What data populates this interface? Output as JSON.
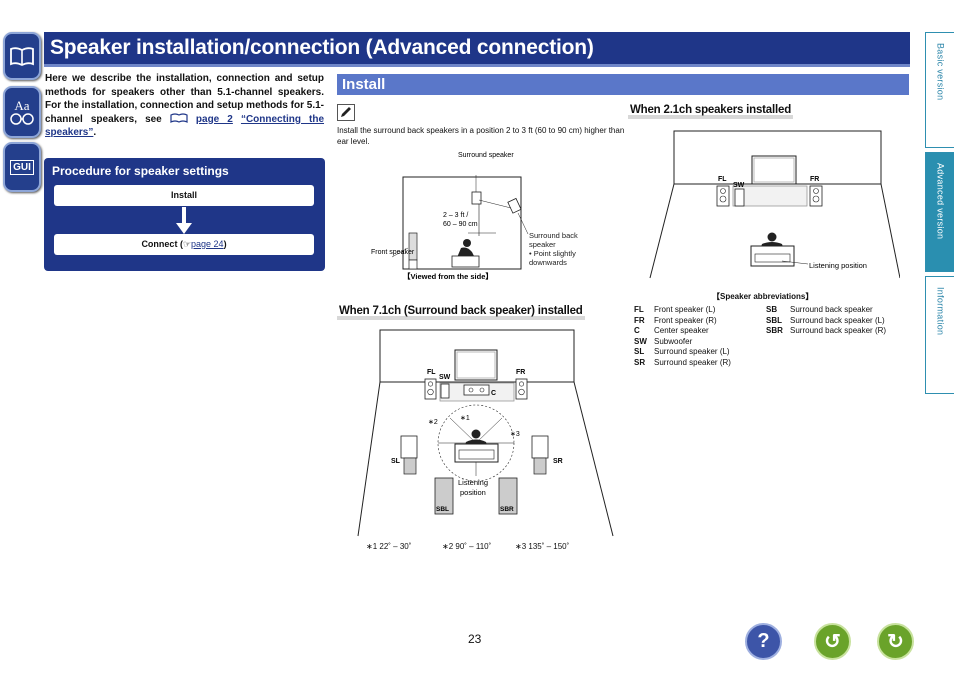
{
  "title": "Speaker installation/connection (Advanced connection)",
  "left_icons": [
    {
      "name": "book-icon"
    },
    {
      "name": "font-size-icon",
      "text": "Aa"
    },
    {
      "name": "gui-icon",
      "text": "GUI"
    }
  ],
  "right_tabs": [
    {
      "label": "Basic version",
      "active": false
    },
    {
      "label": "Advanced version",
      "active": true
    },
    {
      "label": "Information",
      "active": false
    }
  ],
  "intro": {
    "text": "Here we describe the installation, connection and setup methods for speakers other than 5.1-channel speakers. For the installation, connection and setup methods for 5.1-channel speakers, see",
    "link_page": "page 2",
    "link_title": "“Connecting the speakers”",
    "end": "."
  },
  "procedure": {
    "title": "Procedure for speaker settings",
    "step1": "Install",
    "step2": "Connect",
    "step2_ref": "page 24"
  },
  "install": {
    "heading": "Install",
    "note_text": "Install the surround back speakers in a position 2 to 3 ft (60 to 90 cm) higher than ear level.",
    "side_diagram": {
      "surround_speaker": "Surround speaker",
      "height": "2 – 3 ft /",
      "height2": "60 – 90 cm",
      "surround_back": "Surround back speaker",
      "point": "• Point slightly downwards",
      "front_speaker": "Front speaker",
      "caption": "【Viewed from the side】"
    },
    "section_21": {
      "heading": "When 2.1ch speakers installed",
      "fl": "FL",
      "fr": "FR",
      "sw": "SW",
      "listening": "Listening position"
    },
    "section_71": {
      "heading": "When 7.1ch (Surround back speaker) installed",
      "fl": "FL",
      "fr": "FR",
      "sw": "SW",
      "c": "C",
      "sl": "SL",
      "sr": "SR",
      "sbl": "SBL",
      "sbr": "SBR",
      "a1": "∗1",
      "a2": "∗2",
      "a3": "∗3",
      "listening": "Listening",
      "position": "position",
      "foot1": "∗1   22˚ – 30˚",
      "foot2": "∗2   90˚ – 110˚",
      "foot3": "∗3   135˚ – 150˚"
    },
    "abbreviations": {
      "title": "【Speaker abbreviations】",
      "left": [
        {
          "k": "FL",
          "v": "Front speaker (L)"
        },
        {
          "k": "FR",
          "v": "Front speaker (R)"
        },
        {
          "k": "C",
          "v": "Center speaker"
        },
        {
          "k": "SW",
          "v": "Subwoofer"
        },
        {
          "k": "SL",
          "v": "Surround speaker (L)"
        },
        {
          "k": "SR",
          "v": "Surround speaker (R)"
        }
      ],
      "right": [
        {
          "k": "SB",
          "v": "Surround back speaker"
        },
        {
          "k": "SBL",
          "v": "Surround back speaker (L)"
        },
        {
          "k": "SBR",
          "v": "Surround back speaker (R)"
        }
      ]
    }
  },
  "page_number": "23",
  "nav": {
    "help": "?",
    "back": "↺",
    "forward": "↻",
    "help_color": "#3d55a8",
    "back_color": "#6aa32a",
    "forward_color": "#6aa32a"
  }
}
